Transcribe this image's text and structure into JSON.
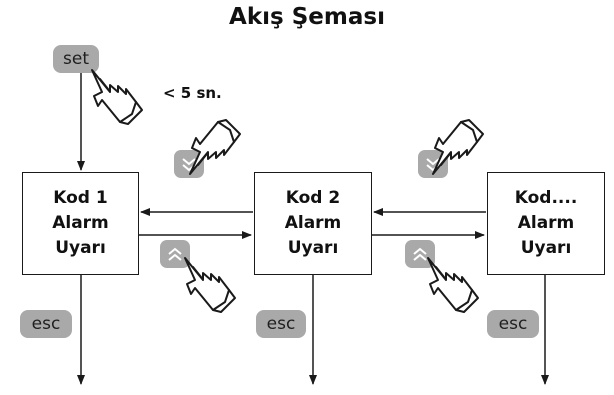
{
  "title": "Akış Şeması",
  "keys": {
    "set": "set",
    "esc": "esc"
  },
  "timing_label": "< 5 sn.",
  "boxes": [
    {
      "lines": [
        "Kod 1",
        "Alarm",
        "Uyarı"
      ]
    },
    {
      "lines": [
        "Kod 2",
        "Alarm",
        "Uyarı"
      ]
    },
    {
      "lines": [
        "Kod....",
        "Alarm",
        "Uyarı"
      ]
    }
  ],
  "icons": {
    "up": "up-double-chevron-icon",
    "down": "down-double-chevron-icon",
    "hand": "pointing-hand-icon"
  },
  "colors": {
    "key_fill": "#a9a9a9",
    "line": "#1a1a1a"
  }
}
